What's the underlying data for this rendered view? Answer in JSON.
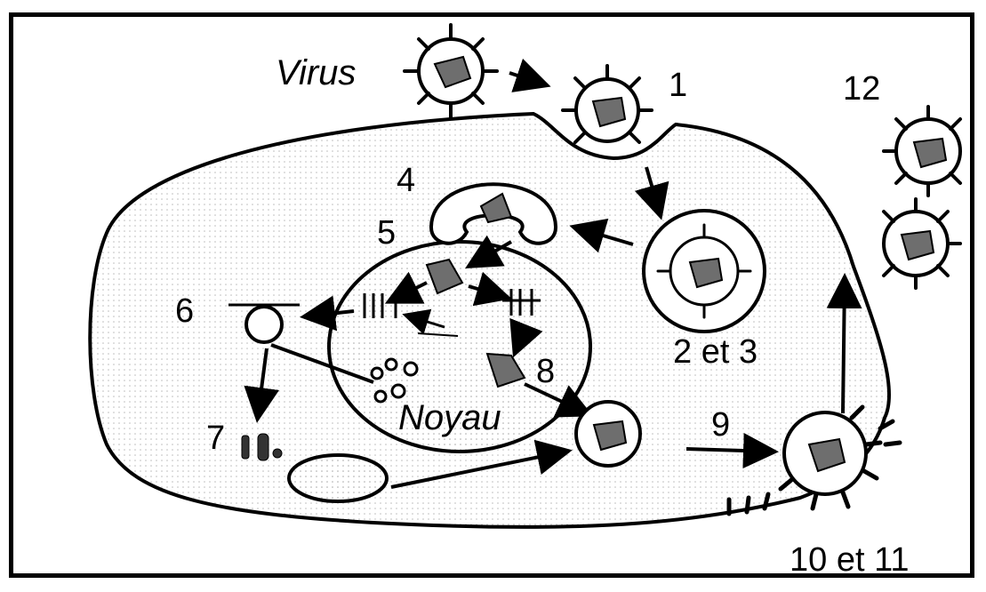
{
  "title_label": "Virus",
  "nucleus_label": "Noyau",
  "steps": {
    "s1": "1",
    "s2_3": "2 et 3",
    "s4": "4",
    "s5": "5",
    "s6": "6",
    "s7": "7",
    "s8": "8",
    "s9": "9",
    "s10_11": "10 et 11",
    "s12": "12"
  },
  "colors": {
    "ink": "#000000",
    "core": "#6e6e6e",
    "paper": "#ffffff"
  }
}
